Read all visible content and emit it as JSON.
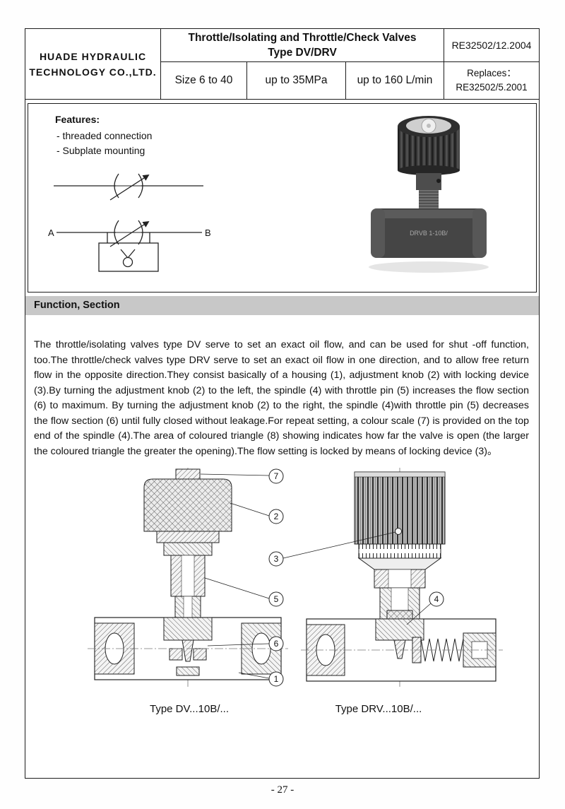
{
  "header": {
    "company_line1": "HUADE  HYDRAULIC",
    "company_line2": "TECHNOLOGY  CO.,LTD.",
    "title_line1": "Throttle/Isolating and Throttle/Check  Valves",
    "title_line2": "Type DV/DRV",
    "doc_number": "RE32502/12.2004",
    "specs": {
      "size": "Size 6 to 40",
      "pressure": "up to 35MPa",
      "flow": "up to 160 L/min"
    },
    "replaces_label": "Replaces：",
    "replaces_value": "RE32502/5.2001"
  },
  "features": {
    "heading": "Features:",
    "items": [
      "- threaded connection",
      "- Subplate mounting"
    ]
  },
  "symbol": {
    "port_a": "A",
    "port_b": "B"
  },
  "photo": {
    "engraving": "DRVB 1-10B/"
  },
  "function_section": {
    "heading": "Function, Section",
    "paragraph": "The throttle/isolating valves type DV serve to set an exact oil flow, and can be used for shut -off function, too.The throttle/check valves type DRV serve to set an exact oil flow in one direction, and to allow free return flow in the opposite direction.They consist basically of a housing (1), adjustment knob (2) with locking device (3).By turning the adjustment knob (2) to the left, the spindle (4) with throttle pin (5) increases the flow section (6) to maximum. By turning the adjustment knob (2) to the right, the spindle (4)with throttle pin (5) decreases the flow section (6) until fully closed without leakage.For repeat setting, a colour scale (7) is provided on the top end of the spindle (4).The area of coloured triangle (8) showing indicates how far the valve is open (the larger the coloured triangle the greater the opening).The flow setting is locked by means of locking device (3)。"
  },
  "diagrams": {
    "callouts": [
      "7",
      "2",
      "3",
      "5",
      "4",
      "6",
      "1"
    ],
    "left_label": "Type DV...10B/...",
    "right_label": "Type DRV...10B/..."
  },
  "footer": {
    "page_number": "- 27 -"
  }
}
